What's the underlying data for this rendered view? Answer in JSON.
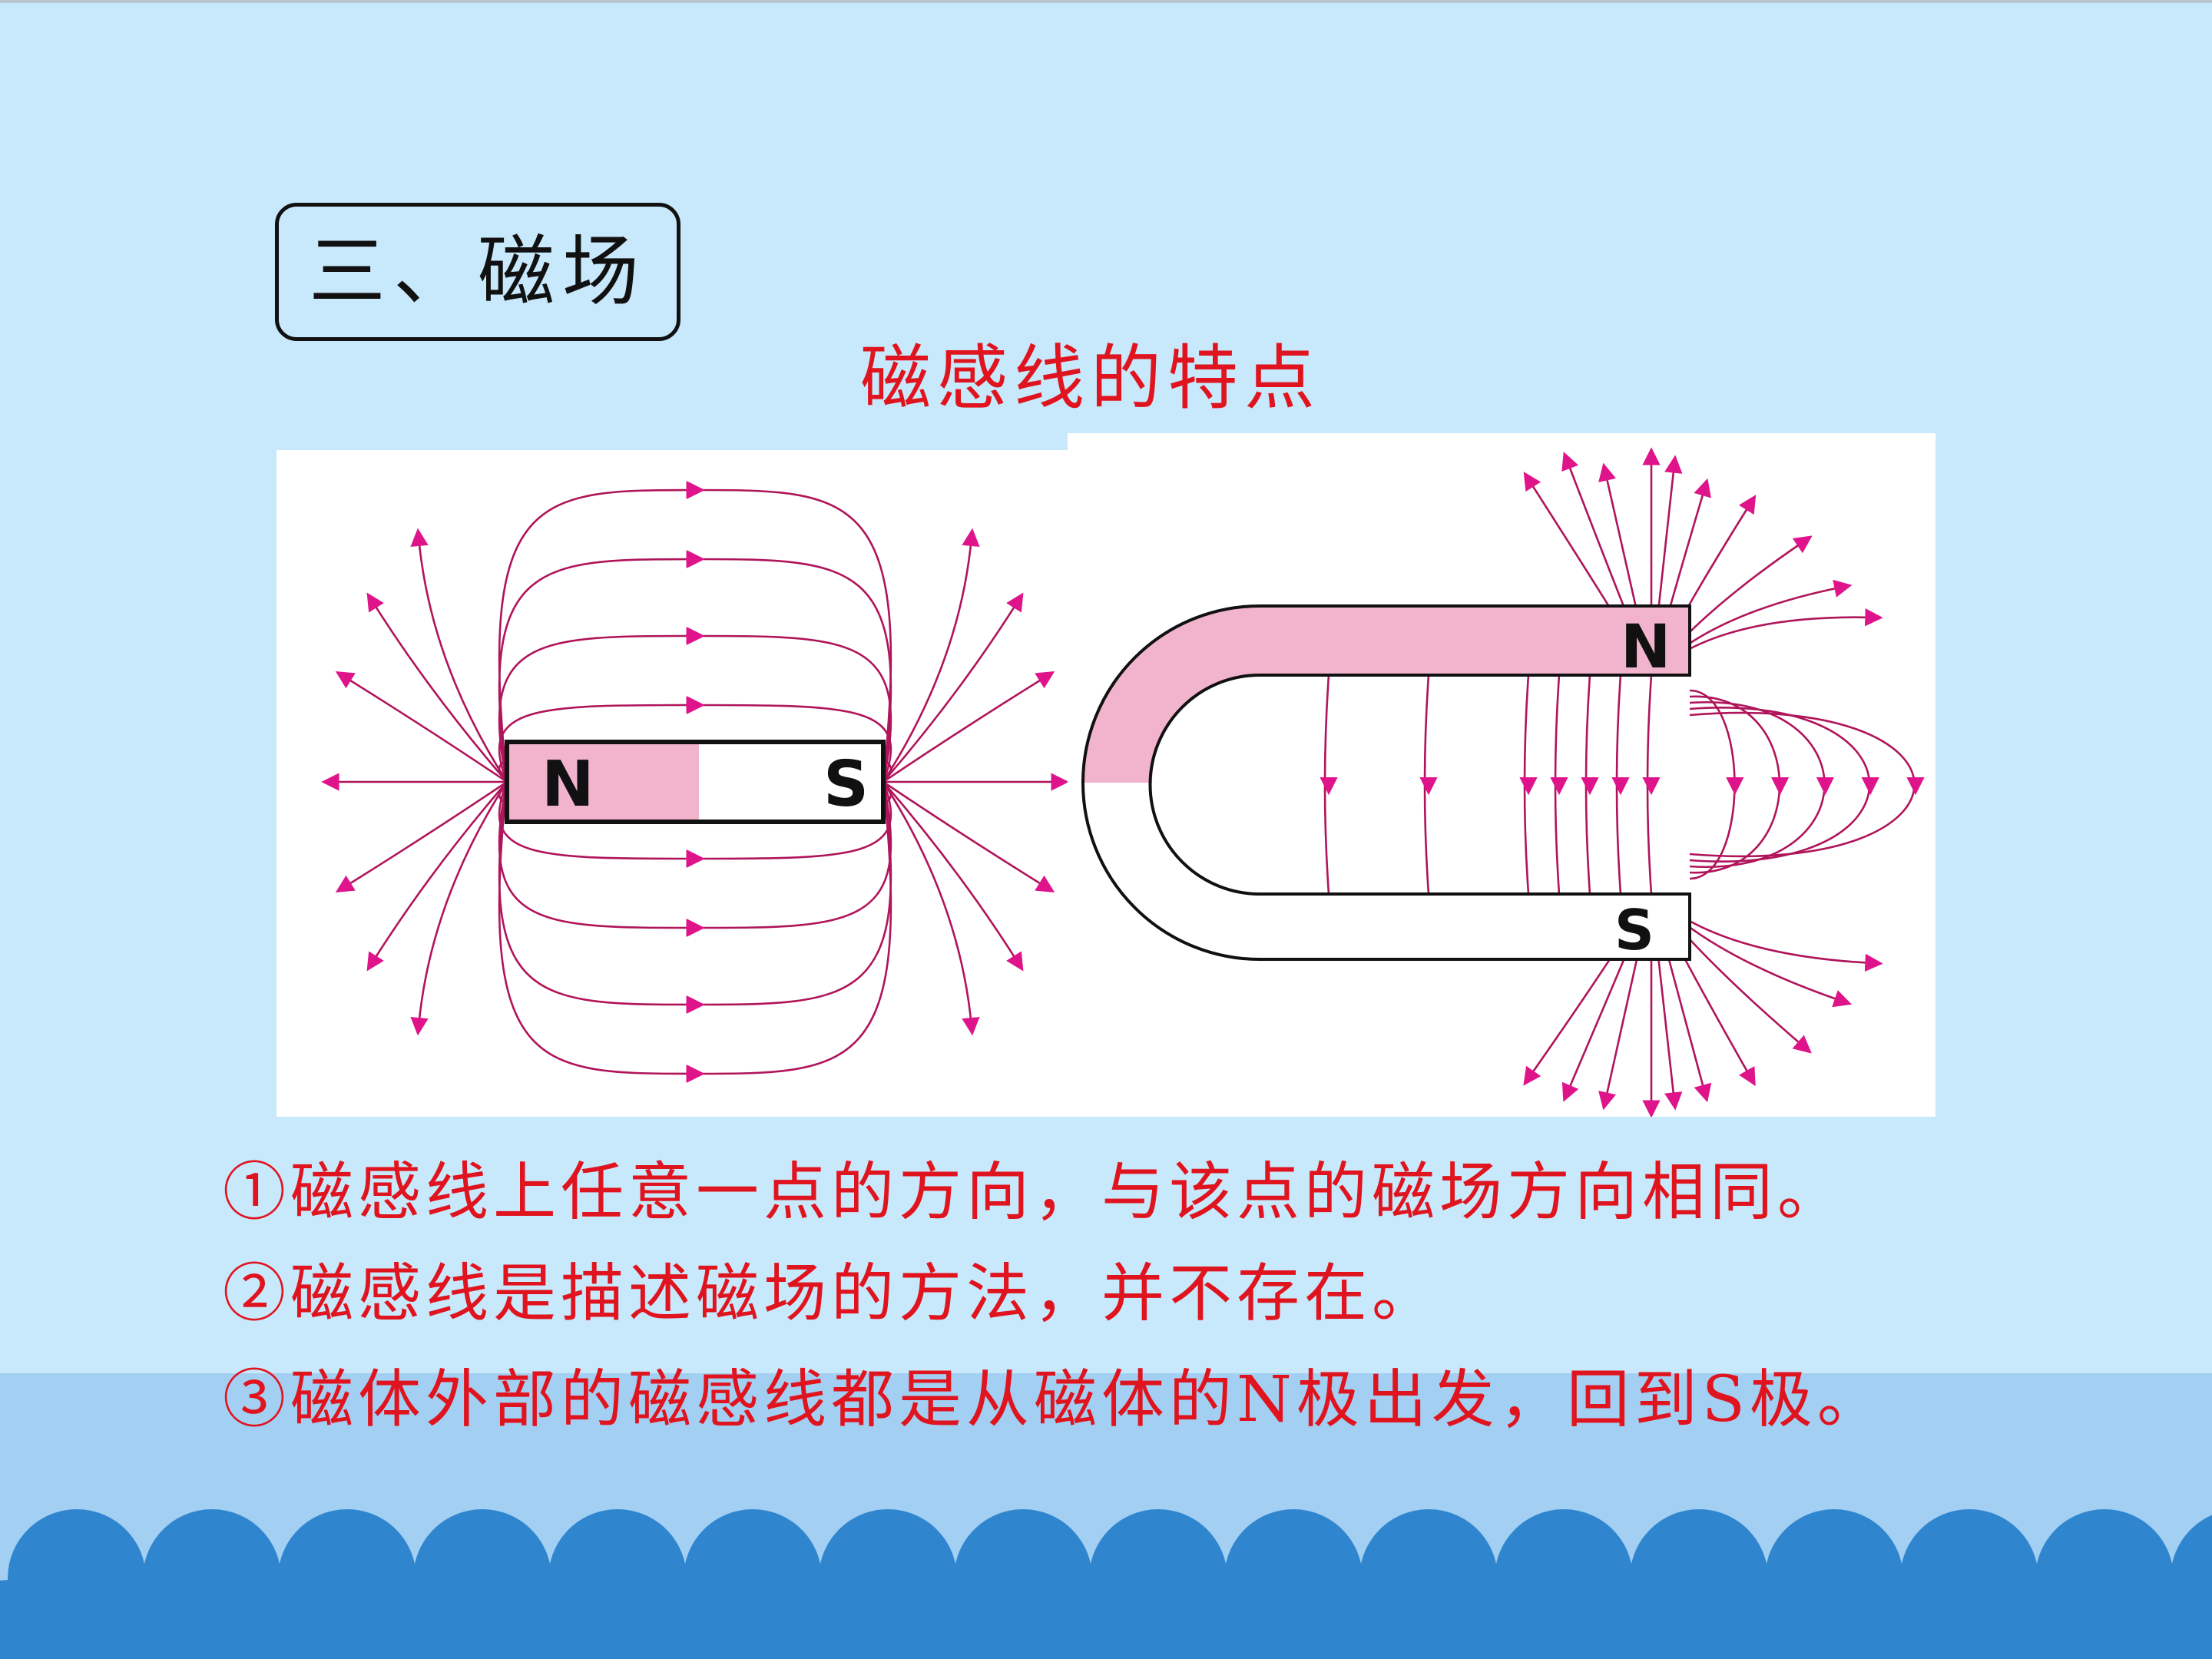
{
  "slide": {
    "section_title": "三、磁场",
    "subtitle": "磁感线的特点",
    "notes": [
      "①磁感线上任意一点的方向，与该点的磁场方向相同。",
      "②磁感线是描述磁场的方法，并不存在。",
      "③磁体外部的磁感线都是从磁体的N极出发，回到S极。"
    ]
  },
  "diagram_bar": {
    "north_label": "N",
    "south_label": "S"
  },
  "diagram_horseshoe": {
    "north_label": "N",
    "south_label": "S"
  },
  "colors": {
    "background": "#c8e8fb",
    "band": "#a3cff2",
    "scallop": "#2f86cf",
    "accent_text": "#e0141e",
    "field_line": "#b0145a",
    "arrow": "#e0148a",
    "north_pole": "#f2b3cd"
  }
}
